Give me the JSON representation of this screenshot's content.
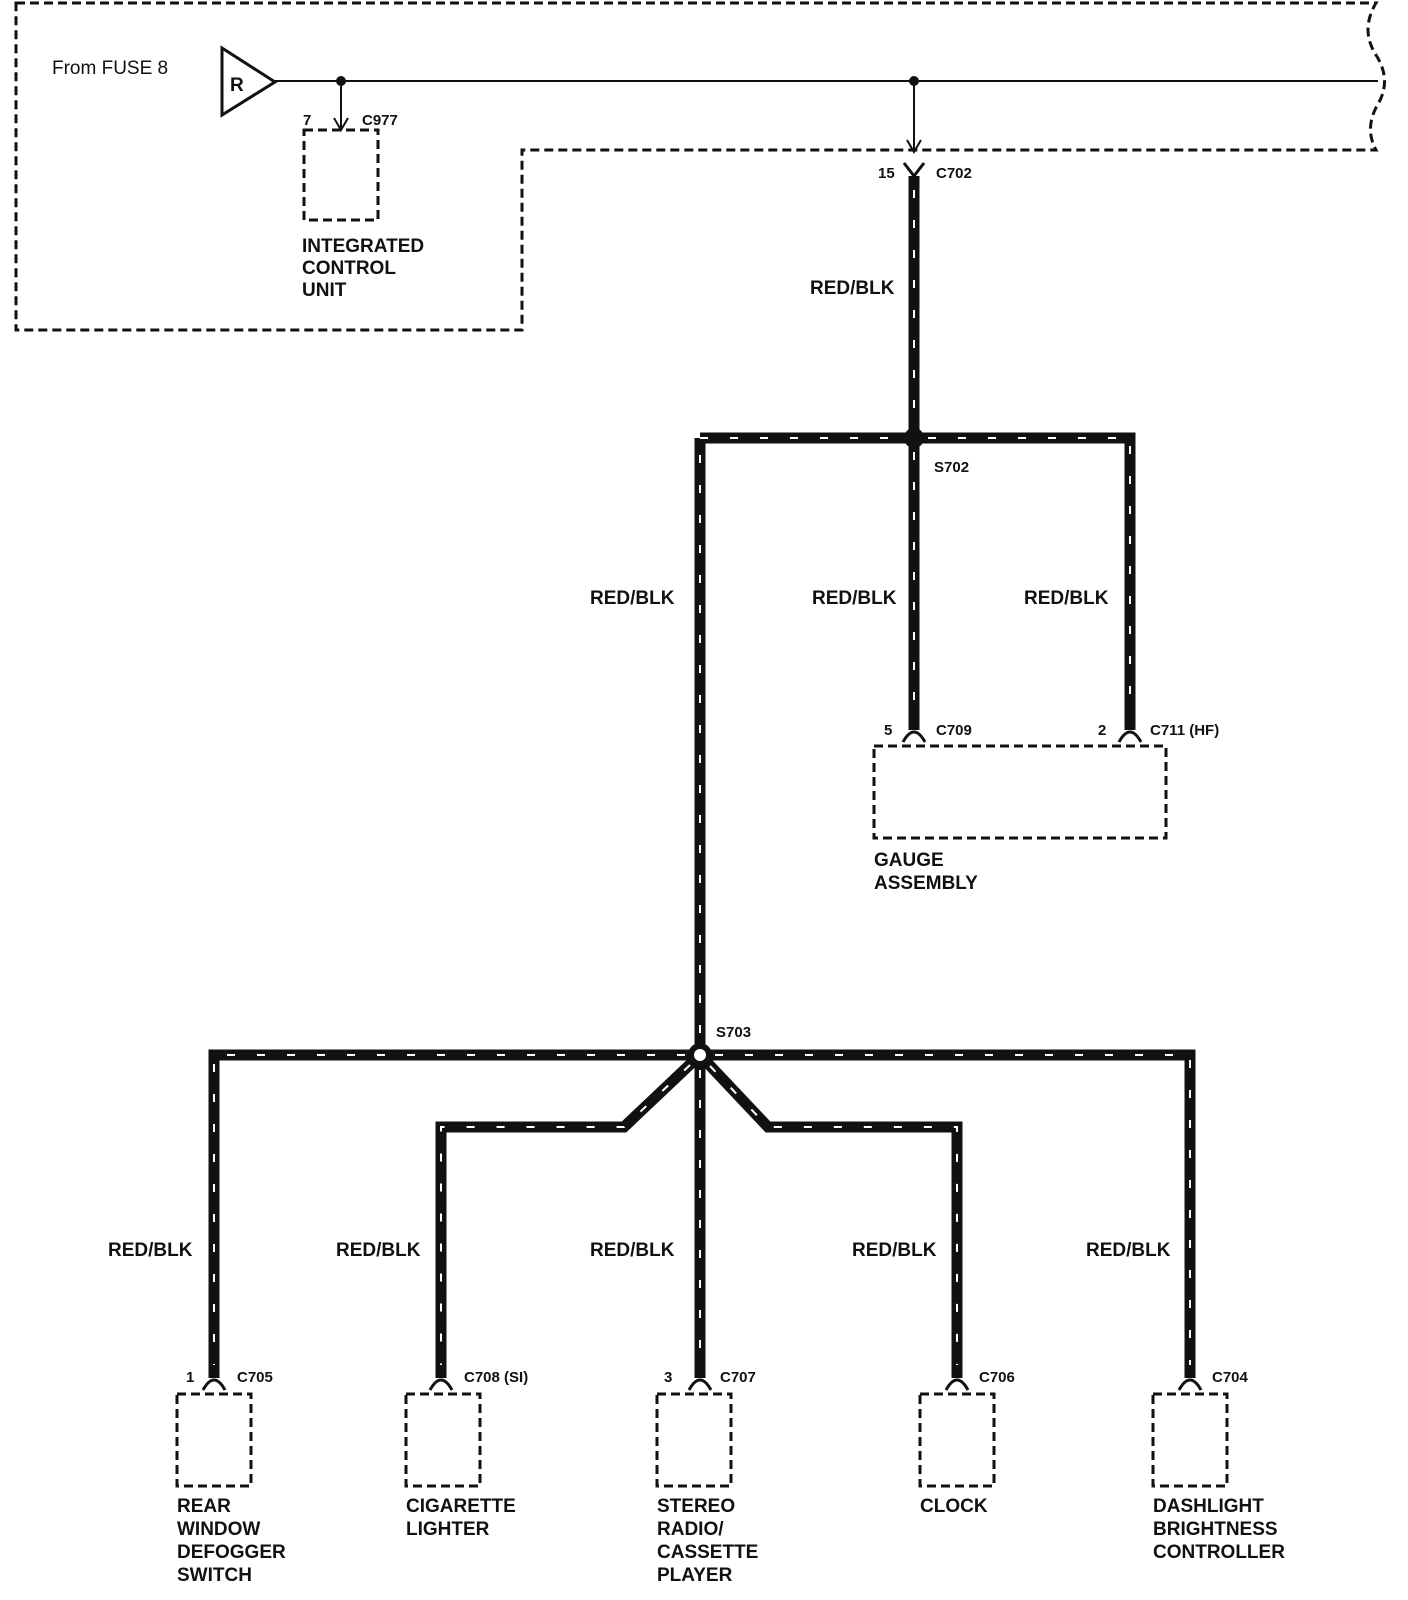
{
  "source": {
    "label": "From FUSE 8",
    "symbol": "R"
  },
  "wire_color": "RED/BLK",
  "connectors": {
    "c977": {
      "id": "C977",
      "pin": "7"
    },
    "c702": {
      "id": "C702",
      "pin": "15"
    },
    "c709": {
      "id": "C709",
      "pin": "5"
    },
    "c711": {
      "id": "C711 (HF)",
      "pin": "2"
    },
    "c705": {
      "id": "C705",
      "pin": "1"
    },
    "c708": {
      "id": "C708 (SI)",
      "pin": ""
    },
    "c707": {
      "id": "C707",
      "pin": "3"
    },
    "c706": {
      "id": "C706",
      "pin": ""
    },
    "c704": {
      "id": "C704",
      "pin": ""
    }
  },
  "splices": {
    "s702": "S702",
    "s703": "S703"
  },
  "components": {
    "icu": [
      "INTEGRATED",
      "CONTROL",
      "UNIT"
    ],
    "gauge": [
      "GAUGE",
      "ASSEMBLY"
    ],
    "defogger": [
      "REAR",
      "WINDOW",
      "DEFOGGER",
      "SWITCH"
    ],
    "lighter": [
      "CIGARETTE",
      "LIGHTER"
    ],
    "stereo": [
      "STEREO",
      "RADIO/",
      "CASSETTE",
      "PLAYER"
    ],
    "clock": [
      "CLOCK"
    ],
    "dashlight": [
      "DASHLIGHT",
      "BRIGHTNESS",
      "CONTROLLER"
    ]
  },
  "colors": {
    "ink": "#111111",
    "stripe": "#ffffff",
    "background": "#ffffff"
  }
}
